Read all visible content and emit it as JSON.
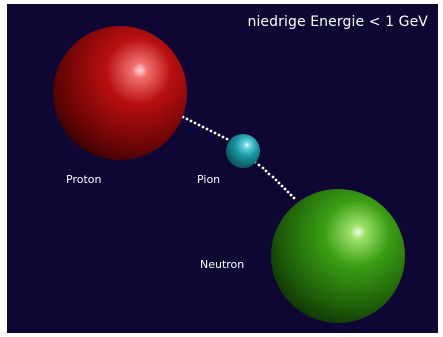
{
  "title": "niedrige Energie < 1 GeV",
  "particles": {
    "proton": {
      "label": "Proton",
      "color": "#c41010"
    },
    "pion": {
      "label": "Pion",
      "color": "#1faab4"
    },
    "neutron": {
      "label": "Neutron",
      "color": "#3aa51a"
    }
  },
  "background_color": "#0e0733"
}
